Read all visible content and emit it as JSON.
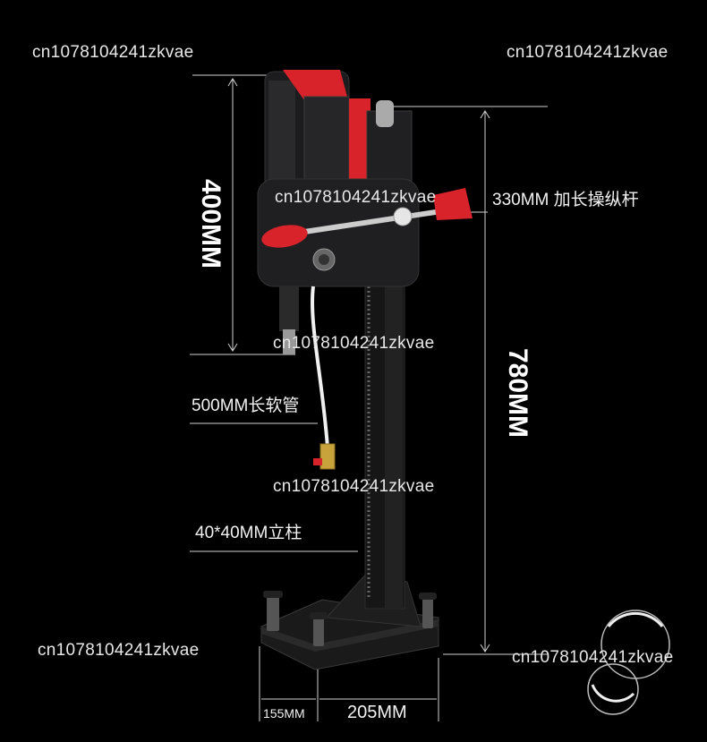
{
  "watermarks": {
    "w1": "cn1078104241zkvae",
    "w2": "cn1078104241zkvae",
    "w3": "cn1078104241zkvae",
    "w4": "cn1078104241zkvae",
    "w5": "cn1078104241zkvae",
    "w6": "cn1078104241zkvae",
    "w7": "cn1078104241zkvae"
  },
  "dimensions": {
    "motor_height": "400MM",
    "total_height": "780MM",
    "handle_length": "330MM 加长操纵杆",
    "hose_length": "500MM长软管",
    "column_size": "40*40MM立柱",
    "base_front": "155MM",
    "base_width": "205MM"
  },
  "colors": {
    "background": "#000000",
    "accent_red": "#d8232a",
    "body_dark": "#1c1c1e",
    "dimension_line": "#cfcfcf"
  }
}
